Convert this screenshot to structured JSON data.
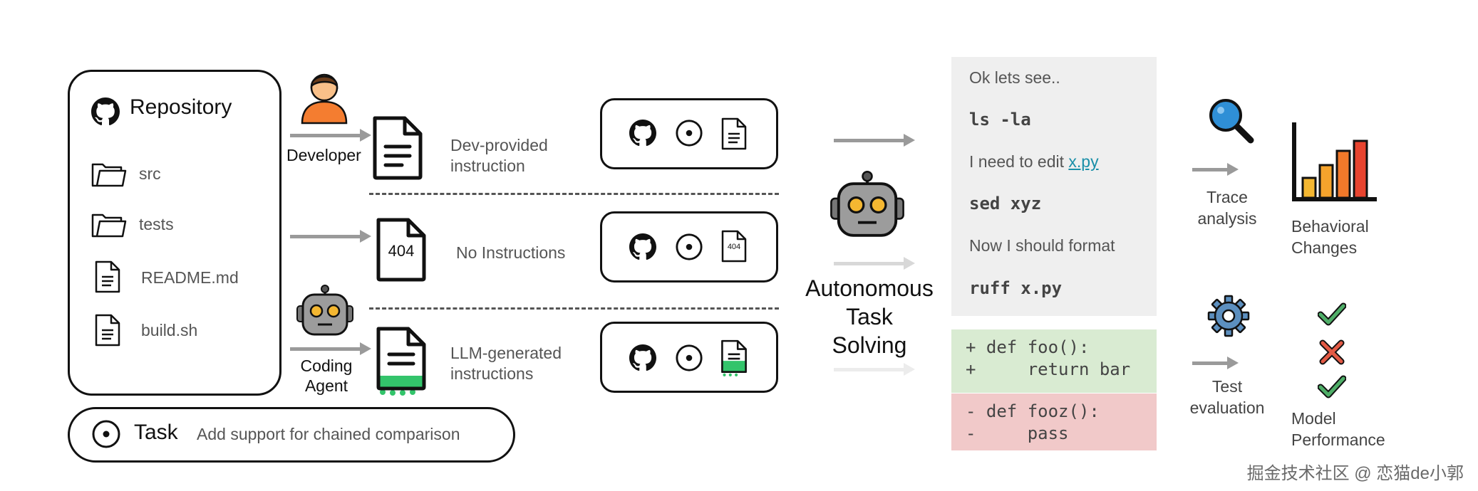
{
  "repository": {
    "title": "Repository",
    "files": [
      {
        "name": "src",
        "icon": "folder-icon"
      },
      {
        "name": "tests",
        "icon": "folder-icon"
      },
      {
        "name": "README.md",
        "icon": "file-icon"
      },
      {
        "name": "build.sh",
        "icon": "file-icon"
      }
    ]
  },
  "task": {
    "title": "Task",
    "description": "Add support for chained comparison"
  },
  "sources": {
    "developer_label": "Developer",
    "agent_label_line1": "Coding",
    "agent_label_line2": "Agent"
  },
  "instructions": [
    {
      "line1": "Dev-provided",
      "line2": "instruction"
    },
    {
      "line1": "No Instructions",
      "line2": ""
    },
    {
      "line1": "LLM-generated",
      "line2": "instructions"
    }
  ],
  "doc_404_label": "404",
  "solver": {
    "line1": "Autonomous",
    "line2": "Task",
    "line3": "Solving"
  },
  "trace": {
    "lines": [
      {
        "text": "Ok lets see..",
        "kind": "text"
      },
      {
        "text": "ls -la",
        "kind": "code"
      },
      {
        "text_before": "I need to edit ",
        "link": "x.py",
        "kind": "text-link"
      },
      {
        "text": "sed xyz",
        "kind": "code"
      },
      {
        "text": "Now I should format",
        "kind": "text"
      },
      {
        "text": "ruff x.py",
        "kind": "code"
      }
    ]
  },
  "diff": {
    "added": [
      "+ def foo():",
      "+     return bar"
    ],
    "removed": [
      "- def fooz():",
      "-     pass"
    ]
  },
  "analysis": {
    "trace_line1": "Trace",
    "trace_line2": "analysis",
    "test_line1": "Test",
    "test_line2": "evaluation",
    "behavior_line1": "Behavioral",
    "behavior_line2": "Changes",
    "perf_line1": "Model",
    "perf_line2": "Performance"
  },
  "watermark": "掘金技术社区 @ 恋猫de小郭",
  "colors": {
    "bar1": "#f4b731",
    "bar2": "#f5a32c",
    "bar3": "#f2792a",
    "bar4": "#e8442f",
    "check": "#4fae68",
    "cross": "#e35a45",
    "green_doc": "#33c46b",
    "arrow": "#9a9a9a",
    "robot_face": "#9c9c9c",
    "robot_eye": "#f4b731",
    "gear": "#5c8fbf",
    "magnifier": "#2f8fd6",
    "developer_body": "#f47d30",
    "developer_skin": "#f9c089"
  }
}
